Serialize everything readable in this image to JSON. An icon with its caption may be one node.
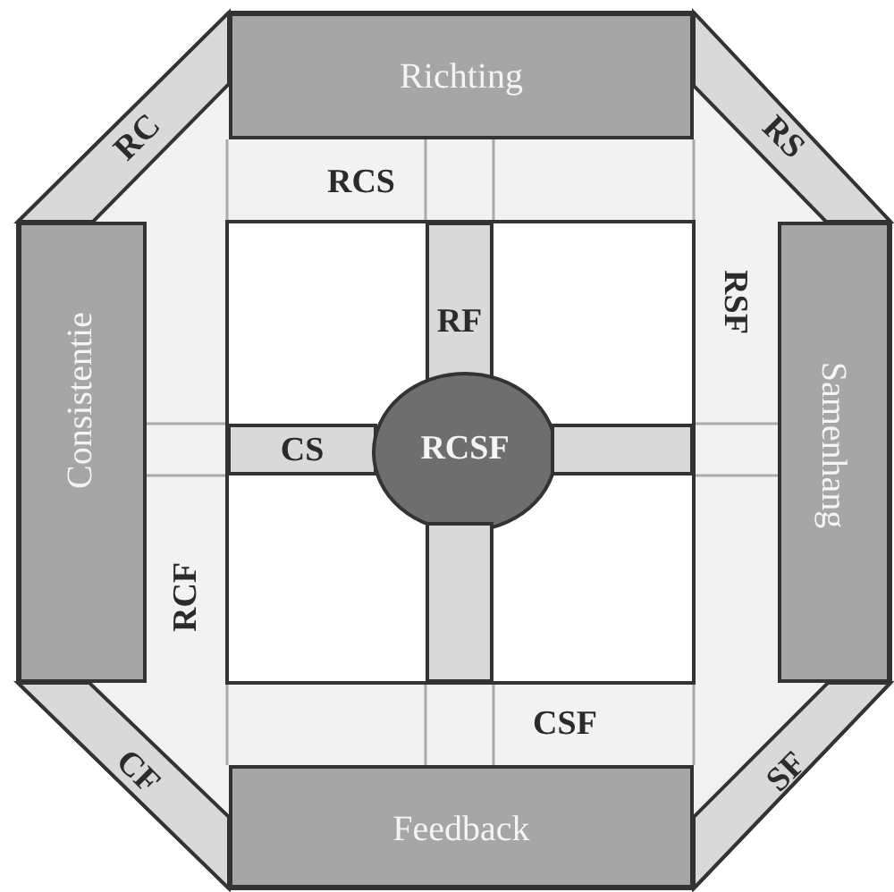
{
  "diagram": {
    "nodes": [
      {
        "text": [
          "Richting"
        ]
      },
      {
        "text": [
          "RC"
        ]
      },
      {
        "text": [
          "RS"
        ]
      },
      {
        "text": [
          "RCS"
        ]
      },
      {
        "text": [
          "Consistentie"
        ]
      },
      {
        "text": [
          "RF"
        ]
      },
      {
        "text": [
          "RSF"
        ]
      },
      {
        "text": [
          "Samenhang"
        ]
      },
      {
        "text": [
          "CS"
        ]
      },
      {
        "text": [
          "RCSF"
        ]
      },
      {
        "text": [],
        "shape": "bar"
      },
      {
        "text": [
          "RCF"
        ]
      },
      {
        "text": [],
        "shape": "bar"
      },
      {
        "text": [
          "CSF"
        ]
      },
      {
        "text": [
          "CF"
        ]
      },
      {
        "text": [
          "SF"
        ]
      },
      {
        "text": [
          "Feedback"
        ]
      }
    ]
  }
}
